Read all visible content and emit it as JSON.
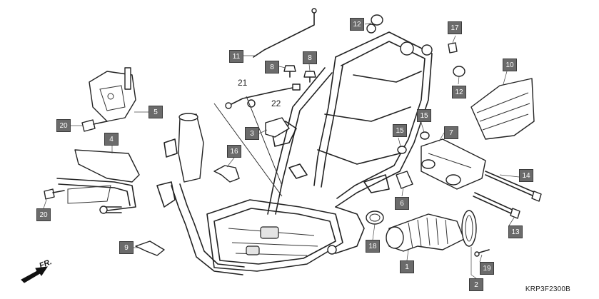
{
  "diagram": {
    "drawing_code": "KRP3F2300B",
    "direction_label": "FR.",
    "callouts": [
      {
        "id": "c12a",
        "label": "12"
      },
      {
        "id": "c17",
        "label": "17"
      },
      {
        "id": "c11",
        "label": "11"
      },
      {
        "id": "c8a",
        "label": "8"
      },
      {
        "id": "c8b",
        "label": "8"
      },
      {
        "id": "c10",
        "label": "10"
      },
      {
        "id": "c12b",
        "label": "12"
      },
      {
        "id": "c5",
        "label": "5"
      },
      {
        "id": "c20a",
        "label": "20"
      },
      {
        "id": "c3",
        "label": "3"
      },
      {
        "id": "c15a",
        "label": "15"
      },
      {
        "id": "c15b",
        "label": "15"
      },
      {
        "id": "c7",
        "label": "7"
      },
      {
        "id": "c4",
        "label": "4"
      },
      {
        "id": "c16",
        "label": "16"
      },
      {
        "id": "c14",
        "label": "14"
      },
      {
        "id": "c6",
        "label": "6"
      },
      {
        "id": "c20b",
        "label": "20"
      },
      {
        "id": "c13",
        "label": "13"
      },
      {
        "id": "c9",
        "label": "9"
      },
      {
        "id": "c18",
        "label": "18"
      },
      {
        "id": "c1",
        "label": "1"
      },
      {
        "id": "c19",
        "label": "19"
      },
      {
        "id": "c2",
        "label": "2"
      }
    ],
    "plain_labels": [
      {
        "id": "p21",
        "label": "21"
      },
      {
        "id": "p22",
        "label": "22"
      }
    ]
  },
  "colors": {
    "callout_fill": "#6b6b6b",
    "callout_text": "#ffffff",
    "line": "#222222"
  }
}
